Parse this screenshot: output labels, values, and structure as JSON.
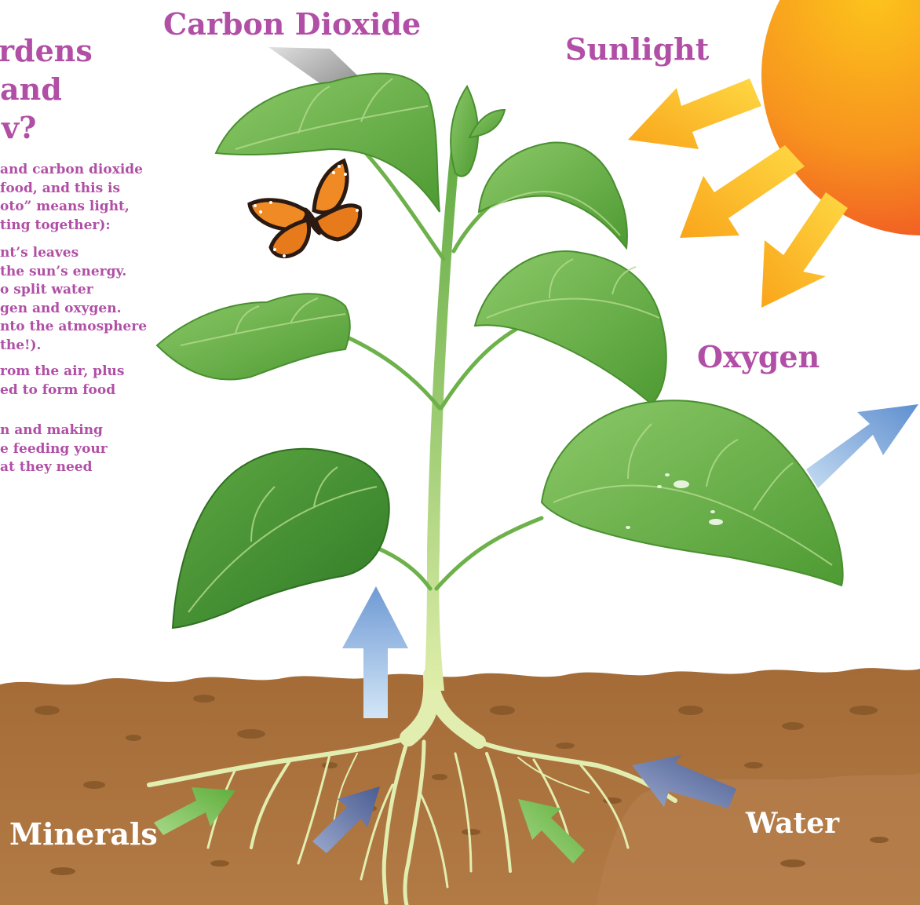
{
  "labels": {
    "carbon_dioxide": "Carbon Dioxide",
    "sunlight": "Sunlight",
    "oxygen": "Oxygen",
    "water": "Water",
    "minerals": "Minerals"
  },
  "heading_lines": [
    "rdens",
    "and",
    "v?"
  ],
  "body_lines": [
    "and carbon dioxide",
    "food, and this is",
    "oto” means light,",
    "ting together):",
    "nt’s leaves",
    "the sun’s energy.",
    "o split water",
    "gen and oxygen.",
    "nto the atmosphere",
    "the!).",
    "rom the air, plus",
    "ed to form food",
    "n and making",
    "e feeding your",
    "at they need"
  ],
  "colors": {
    "label_text": "#b14fa6",
    "soil": "#a8703c",
    "leaf": "#6cb84a",
    "sun": "#f89a1e",
    "sun_arrow": "#fbb824",
    "blue_arrow": "#6f9ad4",
    "green_arrow": "#7cc255",
    "gray_arrow": "#8a8a8a"
  }
}
